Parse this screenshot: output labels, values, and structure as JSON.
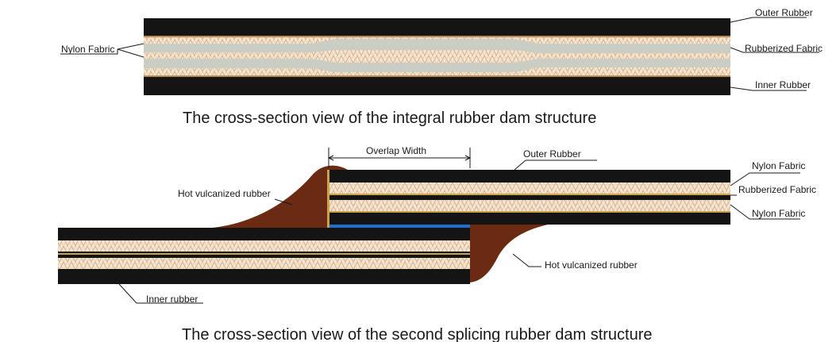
{
  "top_diagram": {
    "caption": "The cross-section view of the integral rubber dam structure",
    "labels": {
      "outer_rubber": "Outer Rubber",
      "rubberized_fabric": "Rubberized Fabric",
      "inner_rubber": "Inner Rubber",
      "nylon_fabric": "Nylon Fabric"
    }
  },
  "bottom_diagram": {
    "caption": "The cross-section view of the second splicing rubber dam structure",
    "labels": {
      "overlap_width": "Overlap Width",
      "outer_rubber": "Outer Rubber",
      "nylon_fabric_top": "Nylon Fabric",
      "rubberized_fabric": "Rubberized Fabric",
      "nylon_fabric_bottom": "Nylon Fabric",
      "hot_vulcanized_rubber_left": "Hot vulcanized rubber",
      "hot_vulcanized_rubber_right": "Hot vulcanized rubber",
      "inner_rubber": "Inner rubber"
    }
  },
  "colors": {
    "rubber": "#141414",
    "fabric": "#f3e6d4",
    "fabric_mesh": "#d7a77a",
    "nylon": "#c7ccc4",
    "vulcanized": "#6b2a12",
    "seam_blue": "#1e6fd0",
    "seam_gold": "#c9a24a"
  }
}
